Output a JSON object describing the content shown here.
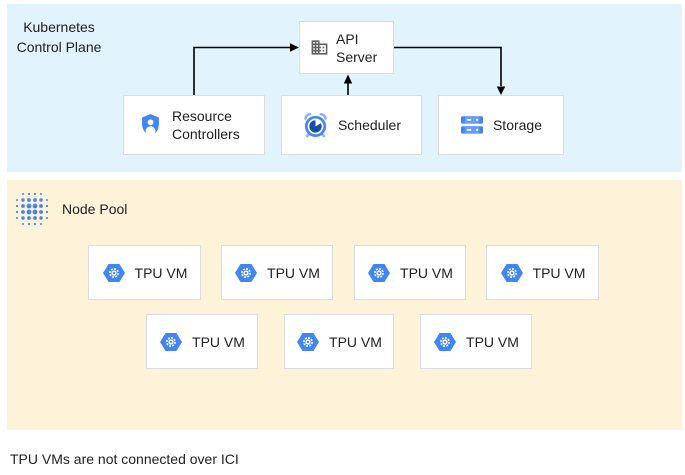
{
  "control_plane": {
    "label": "Kubernetes Control Plane",
    "nodes": {
      "api_server": "API Server",
      "resource_controllers": "Resource Controllers",
      "scheduler": "Scheduler",
      "storage": "Storage"
    }
  },
  "node_pool": {
    "label": "Node Pool"
  },
  "tpu_vms": [
    {
      "label": "TPU VM"
    },
    {
      "label": "TPU VM"
    },
    {
      "label": "TPU VM"
    },
    {
      "label": "TPU VM"
    },
    {
      "label": "TPU VM"
    },
    {
      "label": "TPU VM"
    },
    {
      "label": "TPU VM"
    }
  ],
  "caption": "TPU VMs are not connected over ICI",
  "arrows": [
    {
      "from": "resource_controllers",
      "to": "api_server"
    },
    {
      "from": "scheduler",
      "to": "api_server"
    },
    {
      "from": "api_server",
      "to": "storage"
    }
  ],
  "colors": {
    "control_plane_bg": "#e1f3fb",
    "node_pool_bg": "#fcf3d8",
    "box_bg": "#ffffff",
    "box_border": "#dadce0",
    "text": "#202124",
    "arrow": "#000000",
    "google_blue": "#4285f4",
    "medium_blue": "#669df6",
    "light_blue": "#8ab4f8",
    "dark_navy_blue": "#174ea6",
    "icon_gray": "#616161"
  },
  "icons": {
    "api_server": "building-icon",
    "resource_controllers": "shield-user-icon",
    "scheduler": "alarm-clock-icon",
    "storage": "server-stack-icon",
    "node_pool": "dot-grid-icon",
    "tpu_vm": "tpu-hexagon-icon"
  }
}
